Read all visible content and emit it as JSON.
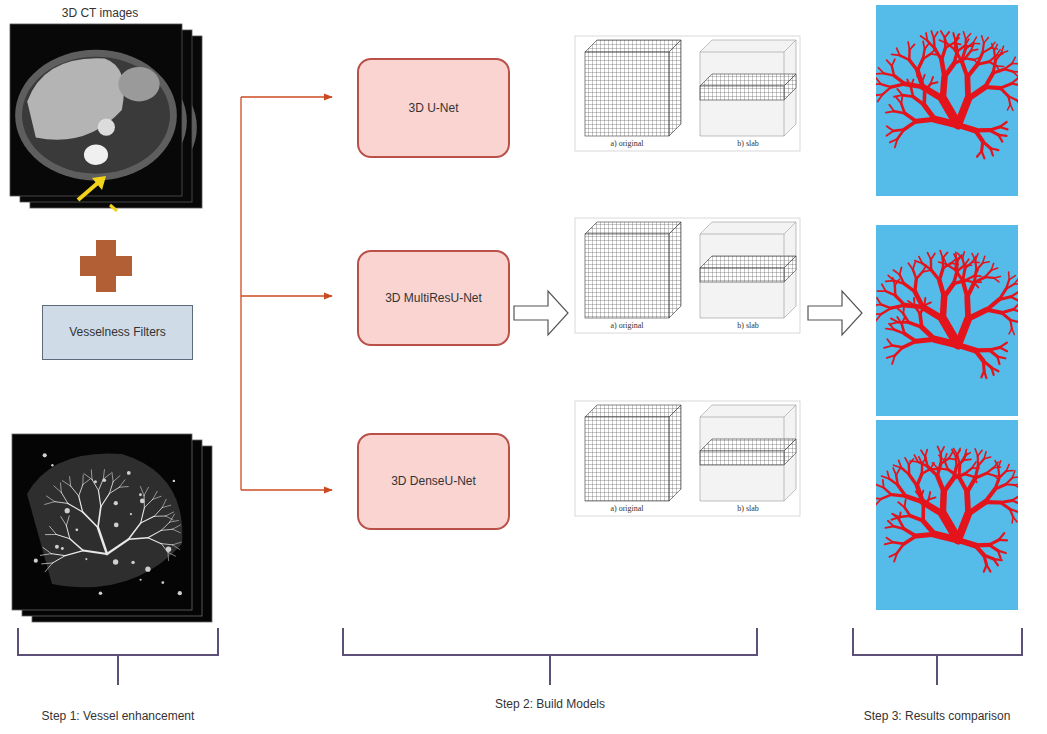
{
  "diagram": {
    "nodes": [
      {
        "text": [
          "Vesselness Filters"
        ]
      },
      {
        "text": [
          "3D U-Net"
        ]
      },
      {
        "text": [
          "3D MultiResU-Net"
        ]
      },
      {
        "text": [
          "3D DenseU-Net"
        ]
      }
    ],
    "labels": [
      "3D CT images",
      "a) original",
      "b) slab",
      "a) original",
      "b) slab",
      "a) original",
      "b) slab",
      "Step 1: Vessel enhancement",
      "Step 2: Build Models",
      "Step 3: Results comparison"
    ]
  }
}
